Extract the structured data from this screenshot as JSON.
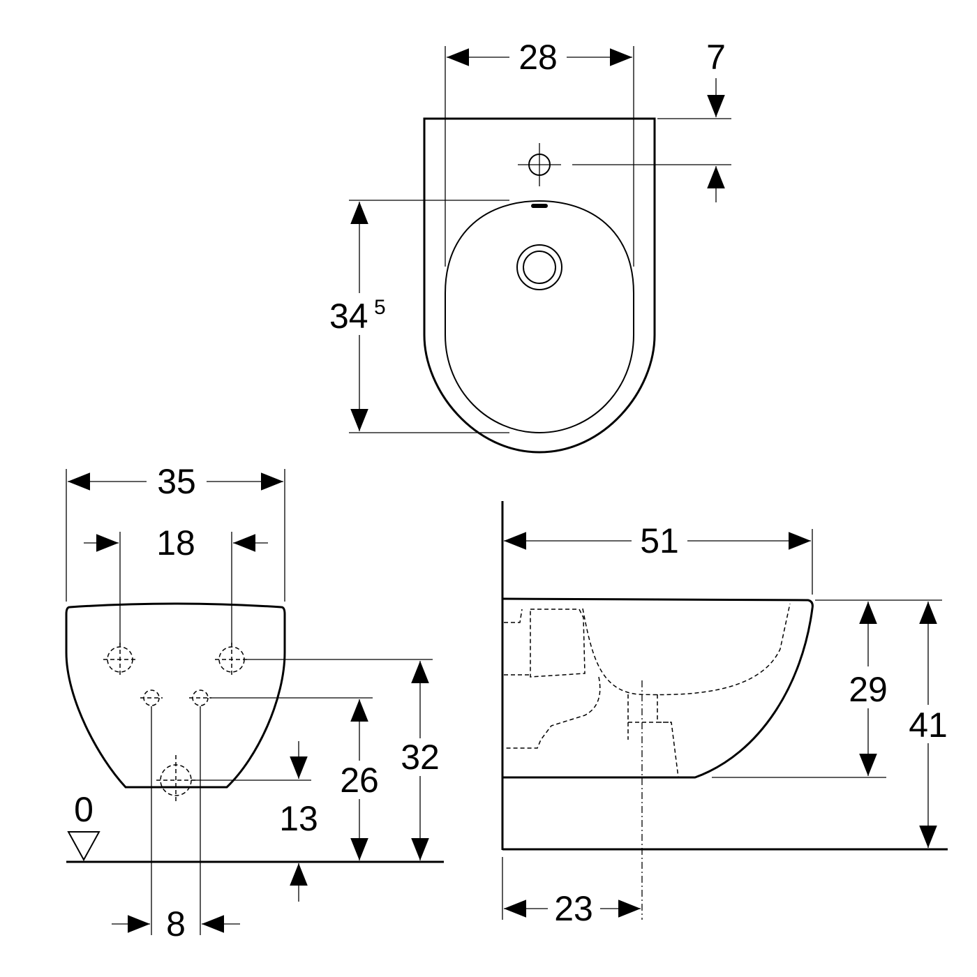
{
  "top_view": {
    "width": "28",
    "tap_offset": "7",
    "bowl_length": "34",
    "bowl_length_sup": "5"
  },
  "front_view": {
    "width": "35",
    "fixing_spacing": "18",
    "supply_spacing": "8",
    "floor_level": "0",
    "outlet_height": "13",
    "supply_height": "26",
    "fixing_height": "32"
  },
  "side_view": {
    "depth": "51",
    "outlet_projection": "23",
    "bowl_height": "29",
    "total_height": "41"
  }
}
